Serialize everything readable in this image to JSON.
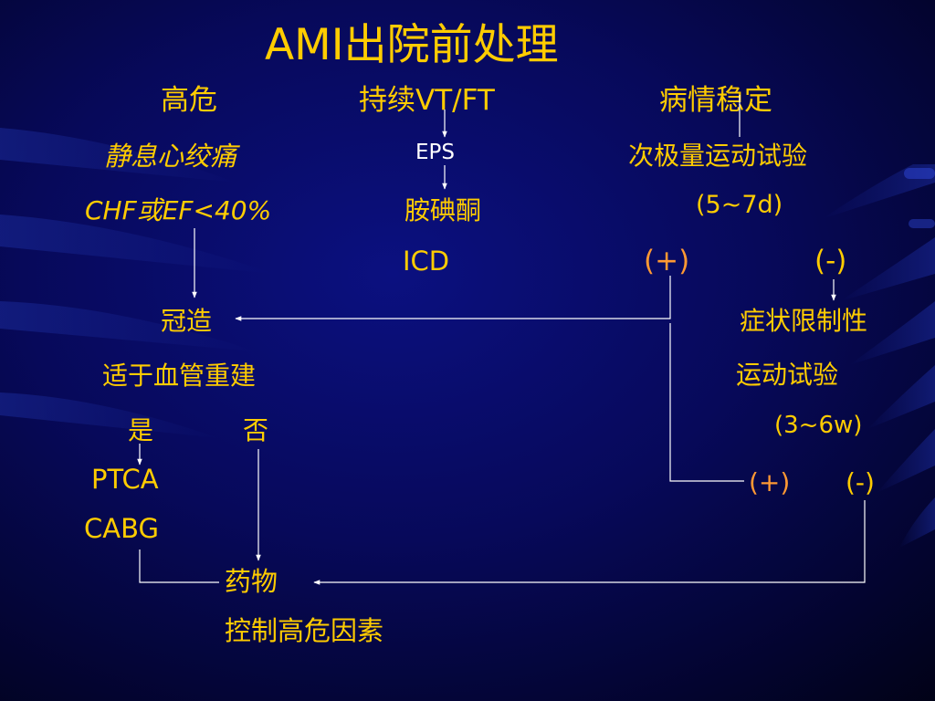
{
  "title": "AMI出院前处理",
  "headers": {
    "high_risk": "高危",
    "sustained_vt": "持续VT/FT",
    "stable": "病情稳定"
  },
  "left": {
    "angina": "静息心绞痛",
    "chf": "CHF或EF<40%",
    "angiography": "冠造",
    "revasc_suitable": "适于血管重建",
    "yes": "是",
    "no": "否",
    "ptca": "PTCA",
    "cabg": "CABG"
  },
  "middle": {
    "eps": "EPS",
    "amiodarone": "胺碘酮",
    "icd": "ICD"
  },
  "right": {
    "submax_test": "次极量运动试验",
    "days": "(5~7d)",
    "pos1": "(+)",
    "neg1": "(-)",
    "symptom_limited": "症状限制性",
    "exercise_test": "运动试验",
    "weeks": "(3~6w)",
    "pos2": "(+)",
    "neg2": "(-)"
  },
  "bottom": {
    "medication": "药物",
    "control_risk": "控制高危因素"
  },
  "colors": {
    "text": "#ffcc00",
    "white_text": "#ffffff",
    "orange_text": "#ff9933",
    "background": "#07095a",
    "arrow": "#ffffff"
  }
}
